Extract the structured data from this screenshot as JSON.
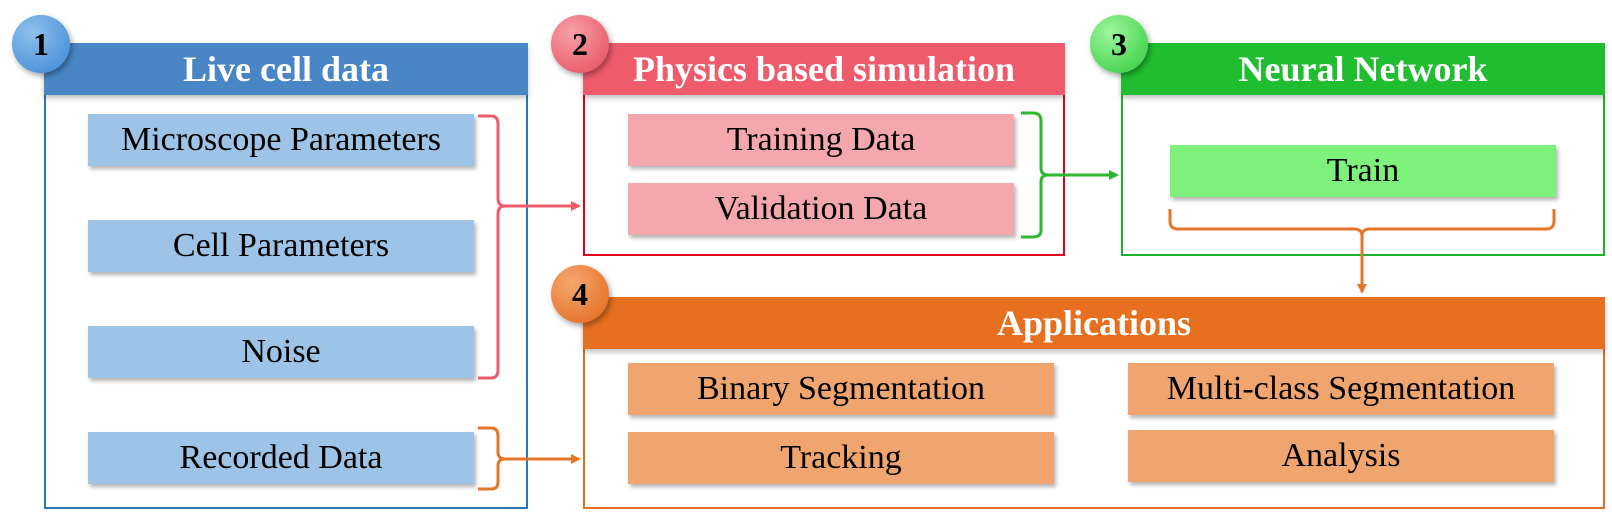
{
  "panels": {
    "live": {
      "number": "1",
      "title": "Live cell data",
      "items": [
        "Microscope Parameters",
        "Cell Parameters",
        "Noise",
        "Recorded Data"
      ]
    },
    "simulation": {
      "number": "2",
      "title": "Physics based simulation",
      "items": [
        "Training Data",
        "Validation Data"
      ]
    },
    "network": {
      "number": "3",
      "title": "Neural Network",
      "items": [
        "Train"
      ]
    },
    "applications": {
      "number": "4",
      "title": "Applications",
      "items": [
        "Binary Segmentation",
        "Multi-class Segmentation",
        "Tracking",
        "Analysis"
      ]
    }
  },
  "colors": {
    "live": "#2e75b6",
    "live_header": "#4a86c5",
    "simulation": "#e0001b",
    "simulation_header": "#ee5b6b",
    "network": "#1ab52a",
    "network_header": "#20bd31",
    "applications": "#e3701f",
    "applications_header": "#e6701f",
    "pink_arrow": "#ee5b6b",
    "green_arrow": "#2db82f",
    "orange_arrow": "#e3762a"
  }
}
